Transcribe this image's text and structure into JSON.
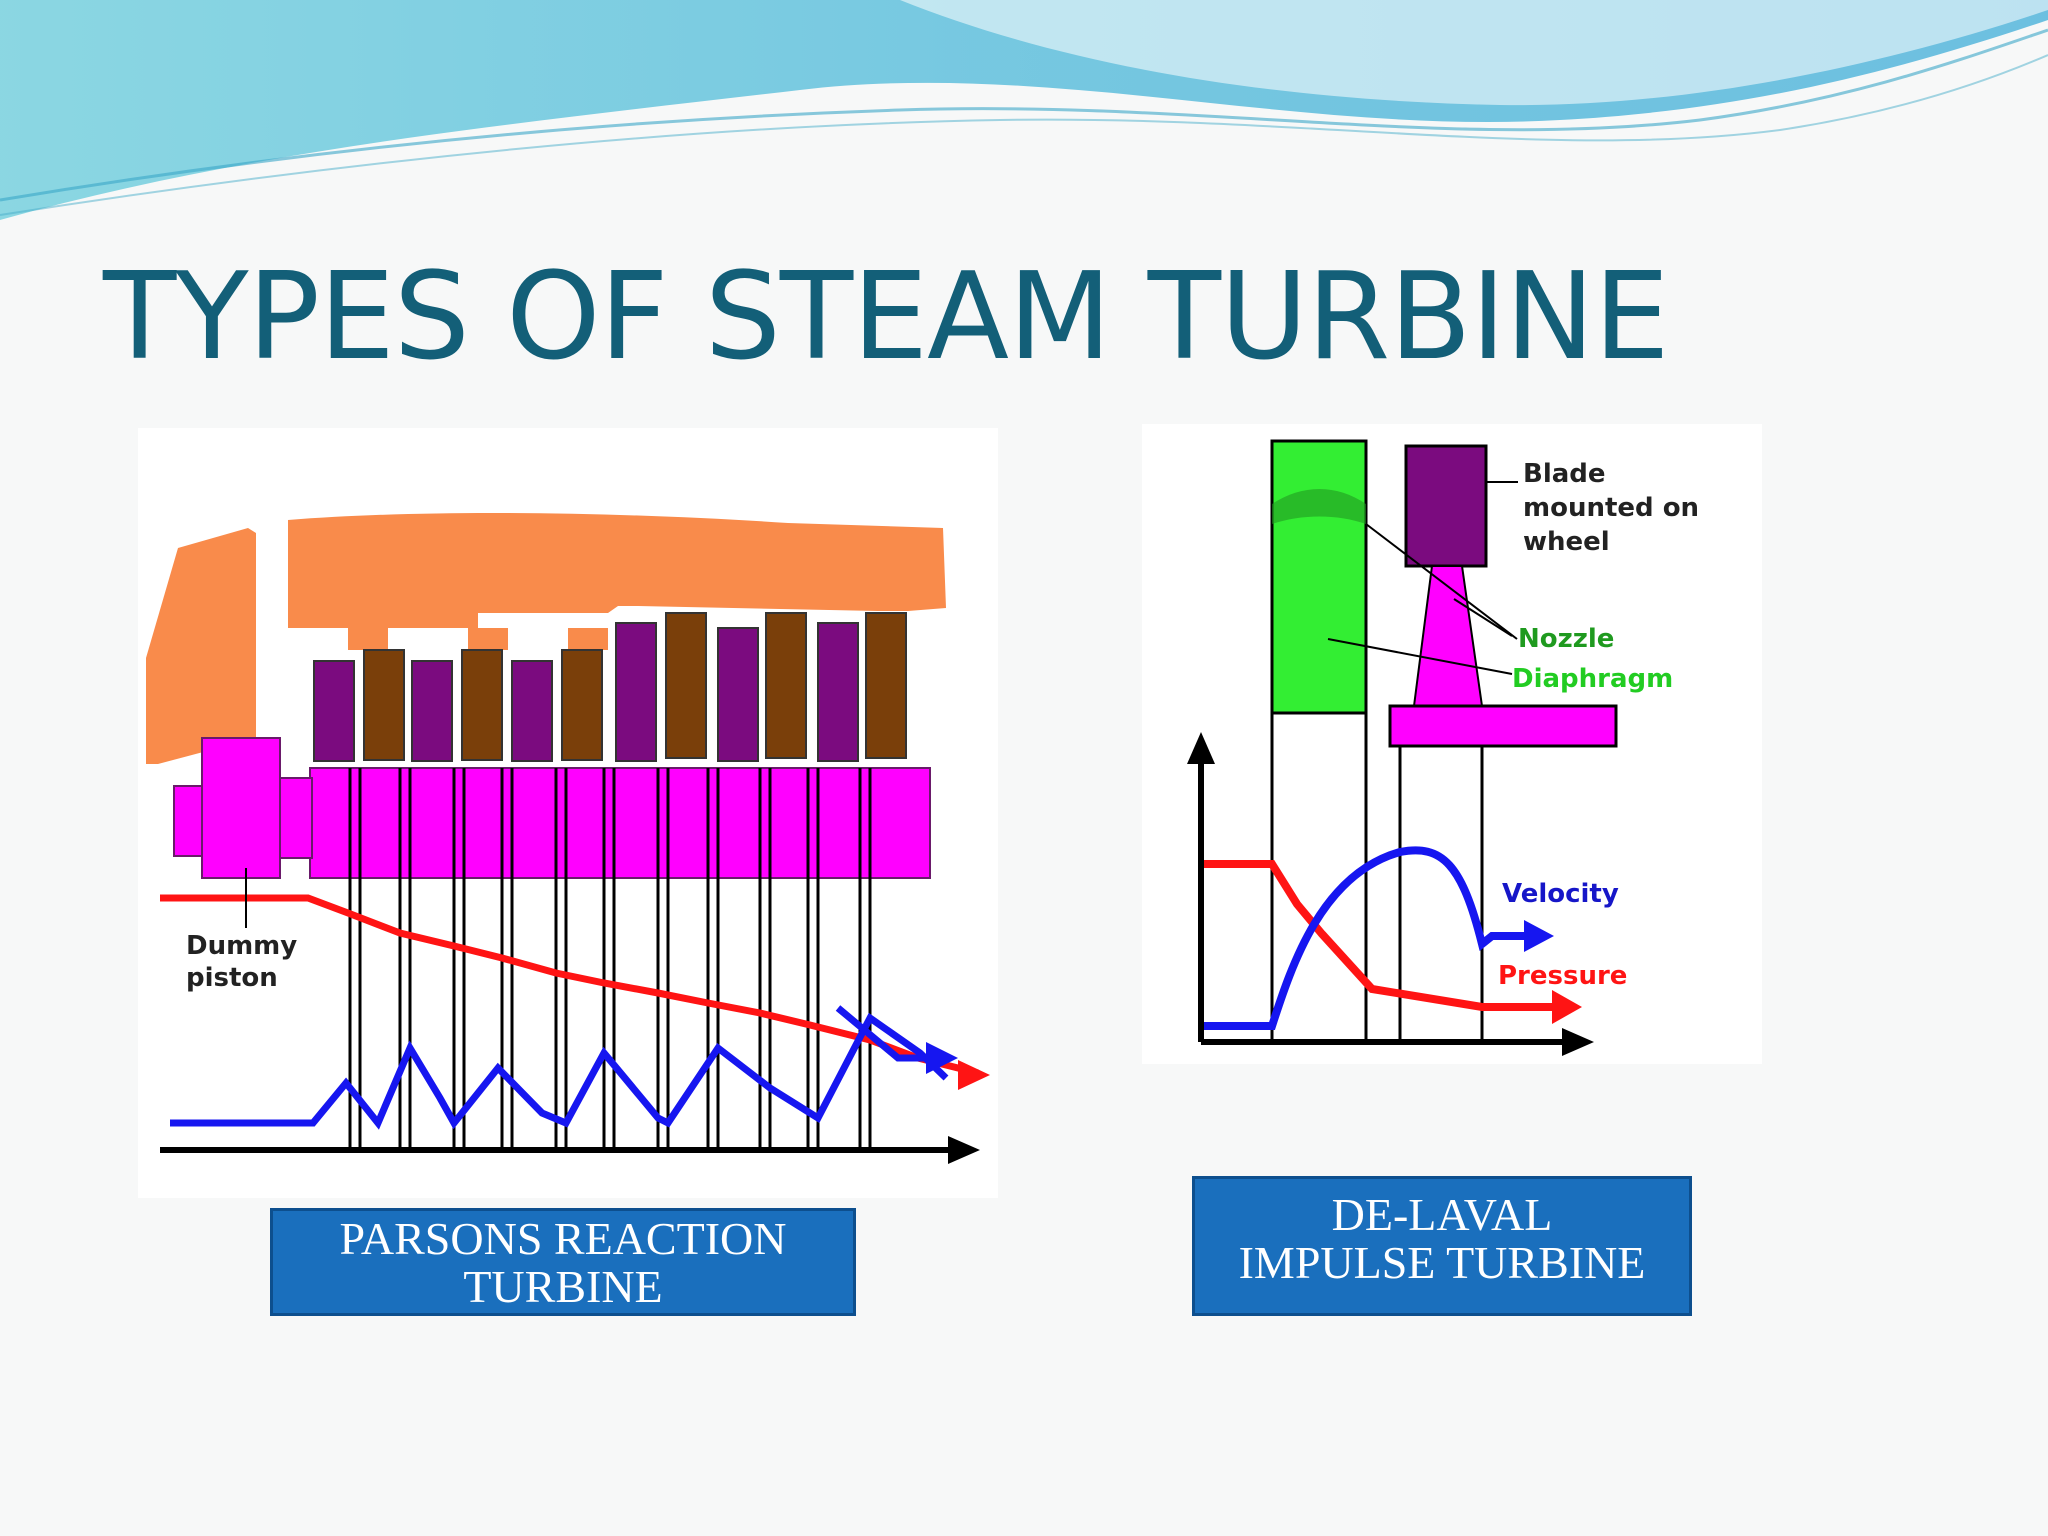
{
  "slide": {
    "title": "TYPES OF STEAM TURBINE"
  },
  "parsons": {
    "caption_line1": "PARSONS REACTION",
    "caption_line2": "TURBINE",
    "label_dummy_line1": "Dummy",
    "label_dummy_line2": "piston"
  },
  "delaval": {
    "caption_line1": "DE-LAVAL",
    "caption_line2": "IMPULSE TURBINE",
    "label_blade_line1": "Blade",
    "label_blade_line2": "mounted on",
    "label_blade_line3": "wheel",
    "label_nozzle": "Nozzle",
    "label_diaphragm": "Diaphragm",
    "label_velocity": "Velocity",
    "label_pressure": "Pressure"
  },
  "colors": {
    "title": "#135f78",
    "caption_fill": "#1a6fbd",
    "casing": "#f98b4b",
    "rotor": "#ff00ff",
    "moving_blade": "#7b0b7f",
    "fixed_blade": "#7a3f0a",
    "nozzle_green": "#33ee33",
    "velocity": "#1616f0",
    "pressure": "#ff1414"
  }
}
